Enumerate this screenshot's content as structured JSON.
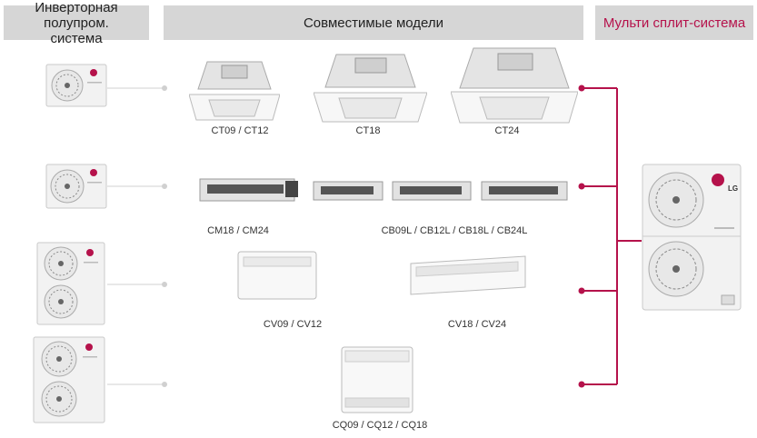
{
  "headers": {
    "left": "Инверторная полупром. система",
    "center": "Совместимые модели",
    "right": "Мульти сплит-система"
  },
  "brand": "LG",
  "rows": [
    {
      "models": [
        "CT09 / CT12",
        "CT18",
        "CT24"
      ]
    },
    {
      "models": [
        "CM18 / CM24",
        "CB09L / CB12L / CB18L / CB24L"
      ]
    },
    {
      "models": [
        "CV09 / CV12",
        "CV18 / CV24"
      ]
    },
    {
      "models": [
        "CQ09 / CQ12 / CQ18"
      ]
    }
  ],
  "colors": {
    "accent": "#b5124b",
    "header_bg": "#d6d6d6",
    "line": "#d0d0d0"
  }
}
